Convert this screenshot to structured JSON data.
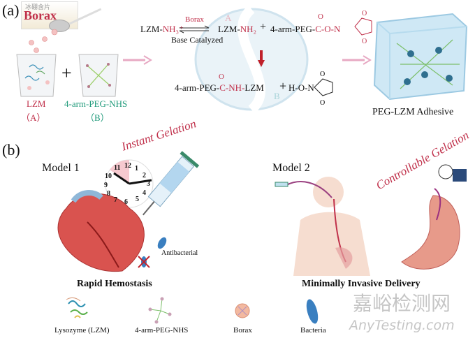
{
  "panel_a": {
    "label": "(a)",
    "borax_box": {
      "chinese": "冰硼含片",
      "brand": "Borax"
    },
    "plus": "+",
    "beaker_a": {
      "name": "LZM",
      "tag": "（A）"
    },
    "beaker_b": {
      "name": "4-arm-PEG-NHS",
      "tag": "（B）"
    },
    "reaction": {
      "reactant": "LZM-",
      "reactant_group": "NH₃⁺",
      "arrow_top": "Borax",
      "arrow_bottom": "Base Catalyzed",
      "product1": "LZM-",
      "product1_group": "NH₂",
      "plus": "+",
      "peg": "4-arm-PEG-",
      "peg_group": "C-O-N",
      "carbonyl_o": "O",
      "result": "4-arm-PEG-",
      "result_group": "C-NH-",
      "result_end": "LZM",
      "plus2": "+",
      "nhs": "H-O-N",
      "yin_a": "A",
      "yin_b": "B"
    },
    "product_label": "PEG-LZM Adhesive"
  },
  "panel_b": {
    "label": "(b)",
    "model1": {
      "title": "Model 1",
      "arc": "Instant Gelation",
      "clock_numbers": [
        "12",
        "11",
        "10",
        "9",
        "8",
        "7",
        "6",
        "5",
        "4",
        "3",
        "2",
        "1"
      ],
      "antibacterial": "Antibacterial",
      "caption": "Rapid Hemostasis"
    },
    "model2": {
      "title": "Model 2",
      "arc": "Controllable Gelation",
      "caption": "Minimally Invasive Delivery"
    }
  },
  "legend": [
    {
      "label": "Lysozyme (LZM)"
    },
    {
      "label": "4-arm-PEG-NHS"
    },
    {
      "label": "Borax"
    },
    {
      "label": "Bacteria"
    }
  ],
  "watermark": {
    "cn": "嘉峪检测网",
    "en": "AnyTesting.com"
  },
  "colors": {
    "red": "#c0304a",
    "teal": "#1f9a7a",
    "arrow_pink": "#e7a9c3"
  }
}
